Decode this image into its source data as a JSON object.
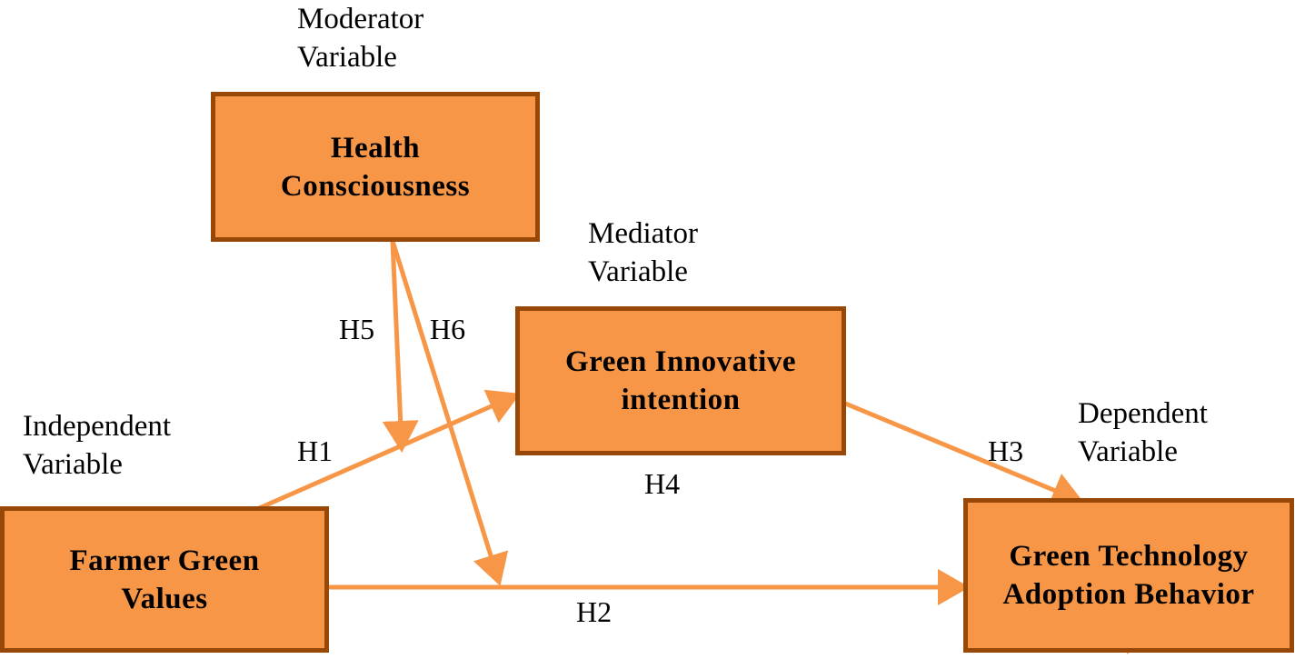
{
  "nodes": {
    "health": {
      "line1": "Health",
      "line2": "Consciousness"
    },
    "green_innovative": {
      "line1": "Green Innovative",
      "line2": "intention"
    },
    "farmer": {
      "line1": "Farmer Green",
      "line2": "Values"
    },
    "adoption": {
      "line1": "Green Technology",
      "line2": "Adoption Behavior"
    }
  },
  "roles": {
    "moderator": {
      "line1": "Moderator",
      "line2": "Variable"
    },
    "mediator": {
      "line1": "Mediator",
      "line2": "Variable"
    },
    "independent": {
      "line1": "Independent",
      "line2": "Variable"
    },
    "dependent": {
      "line1": "Dependent",
      "line2": "Variable"
    }
  },
  "hypotheses": {
    "h1": "H1",
    "h2": "H2",
    "h3": "H3",
    "h4": "H4",
    "h5": "H5",
    "h6": "H6"
  },
  "colors": {
    "box_fill": "#f79646",
    "box_border": "#984806",
    "arrow": "#f79646"
  }
}
